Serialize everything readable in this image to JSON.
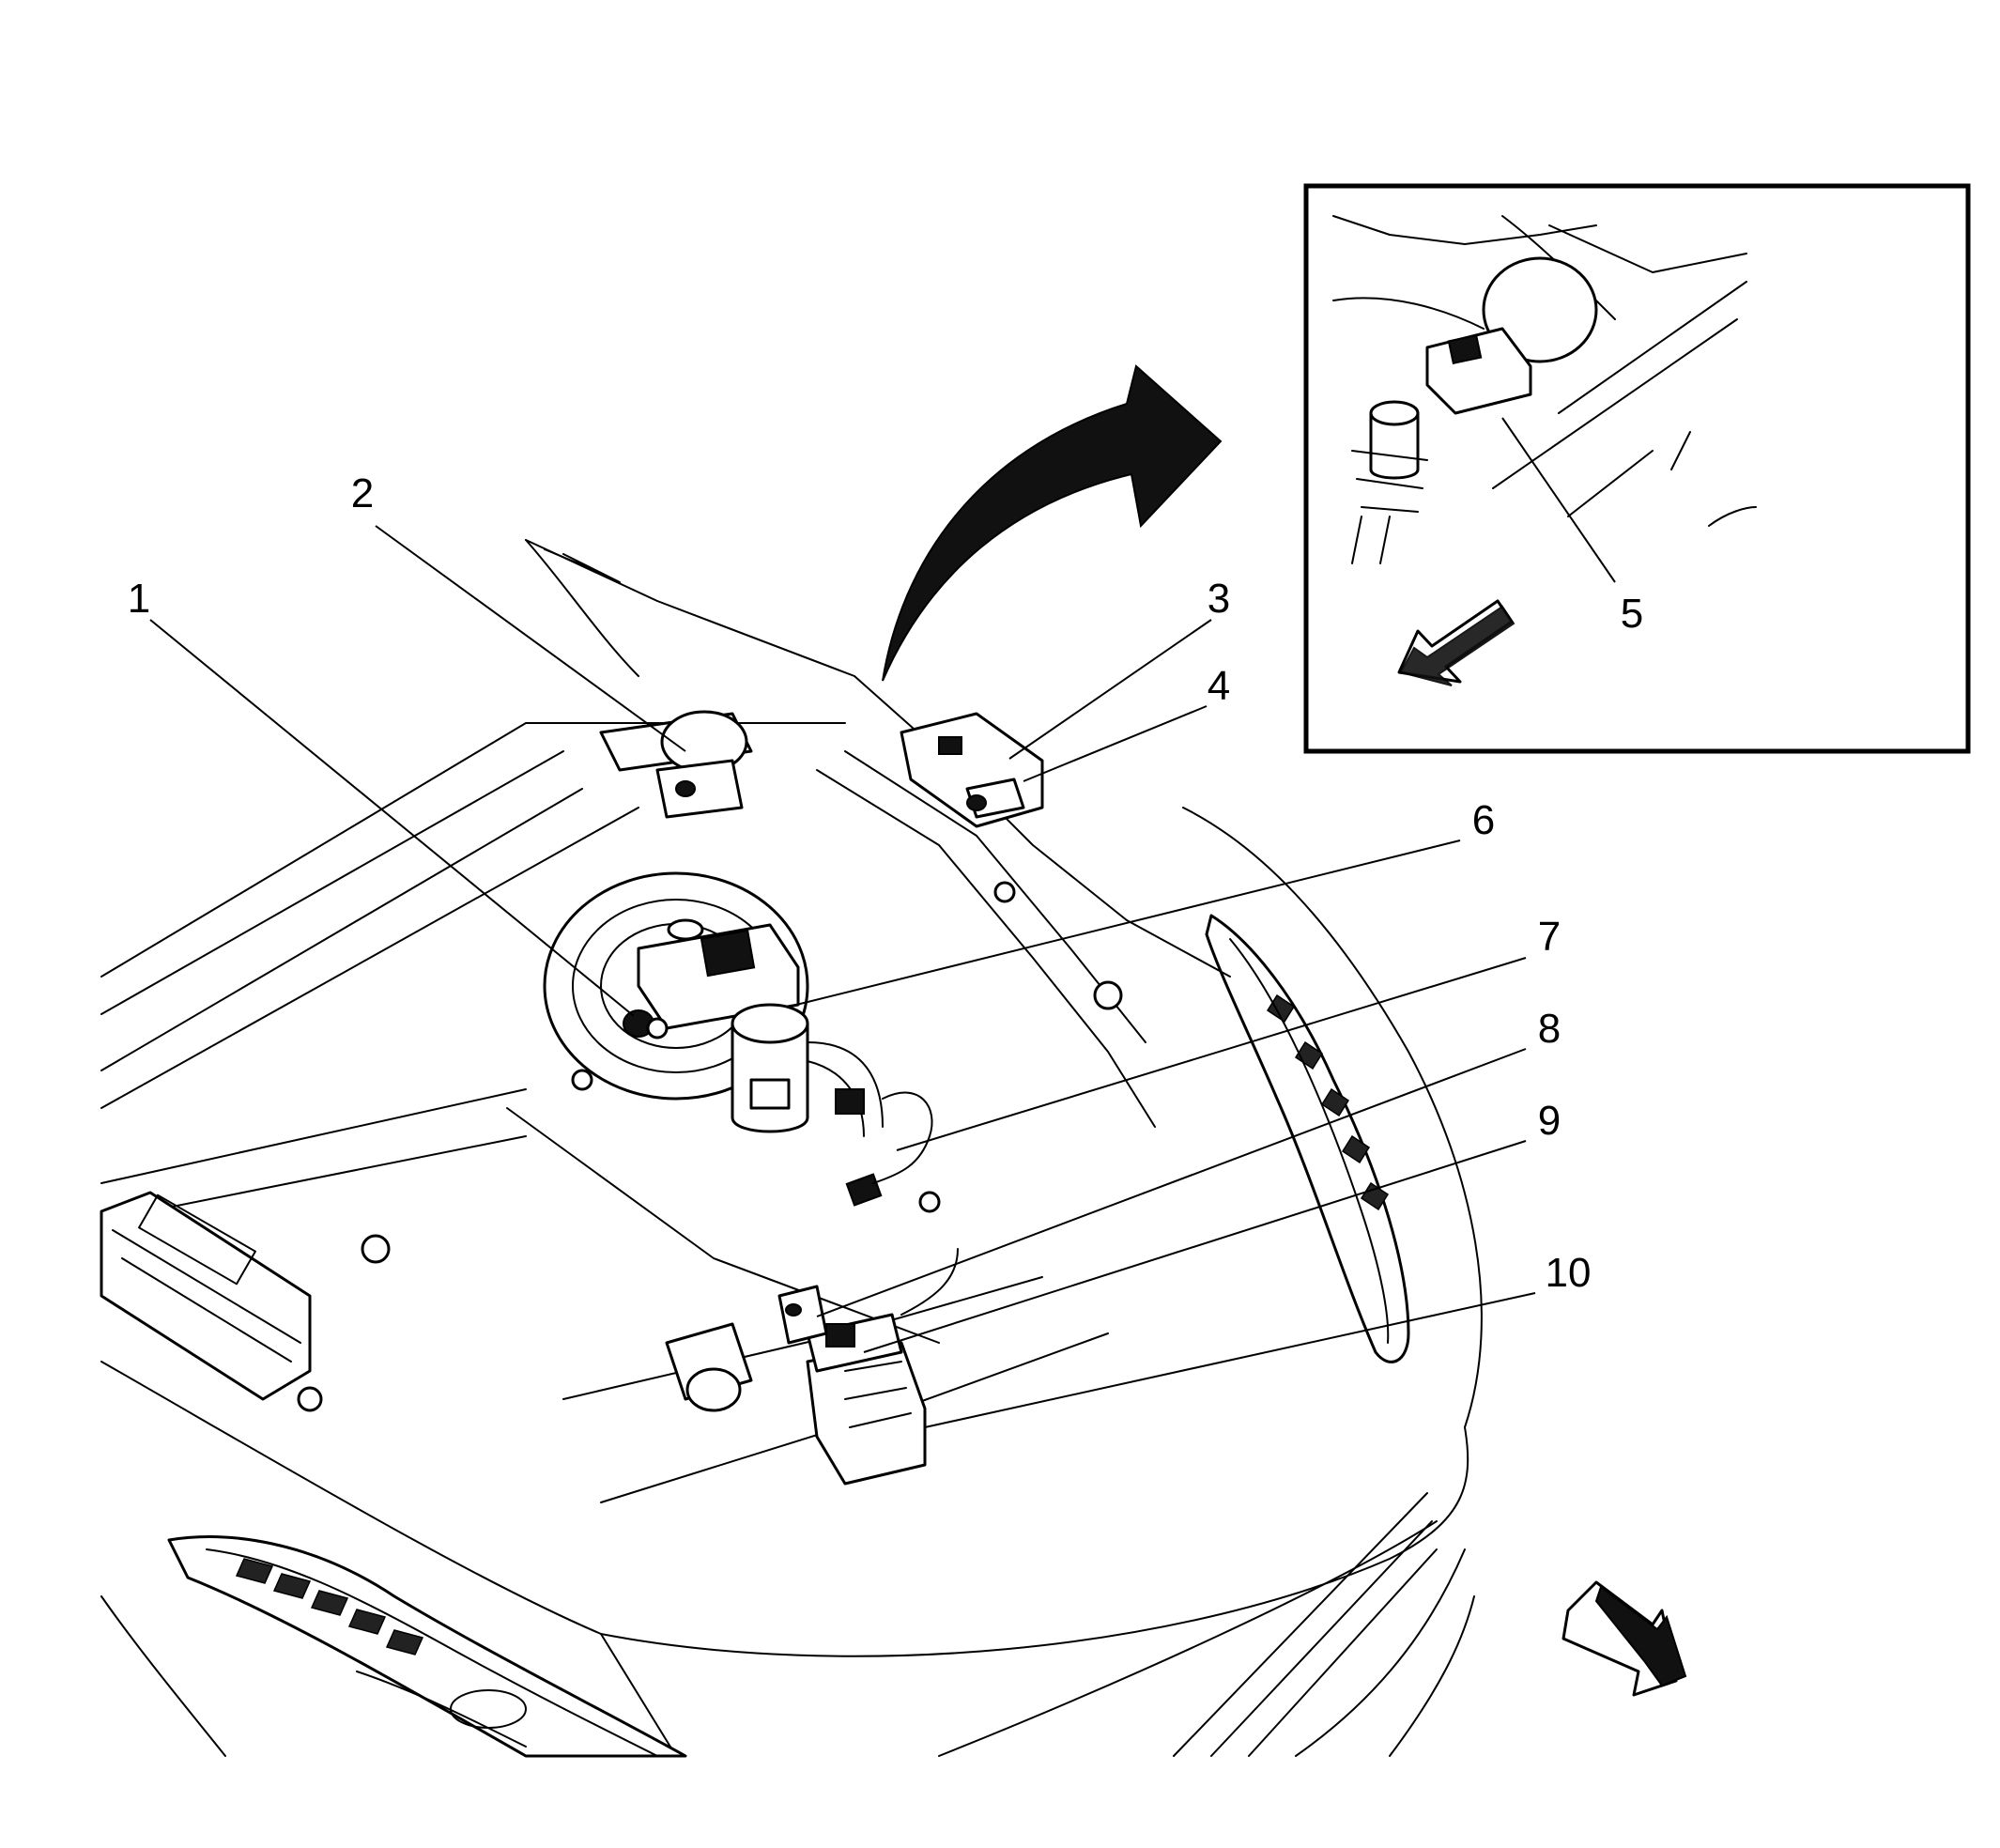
{
  "callouts": [
    {
      "id": "1",
      "label": "1"
    },
    {
      "id": "2",
      "label": "2"
    },
    {
      "id": "3",
      "label": "3"
    },
    {
      "id": "4",
      "label": "4"
    },
    {
      "id": "5",
      "label": "5"
    },
    {
      "id": "6",
      "label": "6"
    },
    {
      "id": "7",
      "label": "7"
    },
    {
      "id": "8",
      "label": "8"
    },
    {
      "id": "9",
      "label": "9"
    },
    {
      "id": "10",
      "label": "10"
    }
  ],
  "icons": [
    "curved-arrow-icon",
    "front-direction-arrow-icon",
    "inset-direction-arrow-icon"
  ],
  "colors": {
    "line": "#000000",
    "background": "#ffffff"
  }
}
